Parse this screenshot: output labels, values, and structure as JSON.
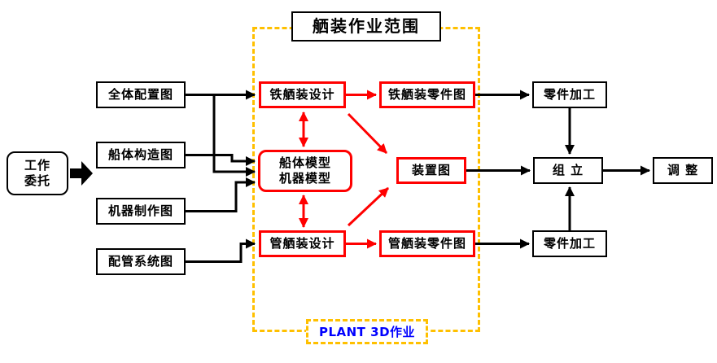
{
  "diagram": {
    "title": "舾装作业范围",
    "footer": "PLANT 3D作业",
    "source": {
      "line1": "工作",
      "line2": "委托"
    },
    "inputs": [
      {
        "id": "overall-layout",
        "label": "全体配置图"
      },
      {
        "id": "hull-structure",
        "label": "船体构造图"
      },
      {
        "id": "machinery-fabrication",
        "label": "机器制作图"
      },
      {
        "id": "piping-system",
        "label": "配管系统图"
      }
    ],
    "scope_nodes": {
      "iron_design": "铁舾装设计",
      "iron_parts": "铁舾装零件图",
      "model_line1": "船体模型",
      "model_line2": "机器模型",
      "arrangement": "装置图",
      "pipe_design": "管舾装设计",
      "pipe_parts": "管舾装零件图"
    },
    "output_nodes": {
      "parts_top": "零件加工",
      "assembly": "组 立",
      "parts_bottom": "零件加工",
      "adjust": "调 整"
    },
    "colors": {
      "node_red": "#FF0000",
      "frame_dash_yellow": "#FFC000",
      "footer_blue": "#0000FF",
      "line_black": "#000000"
    }
  }
}
